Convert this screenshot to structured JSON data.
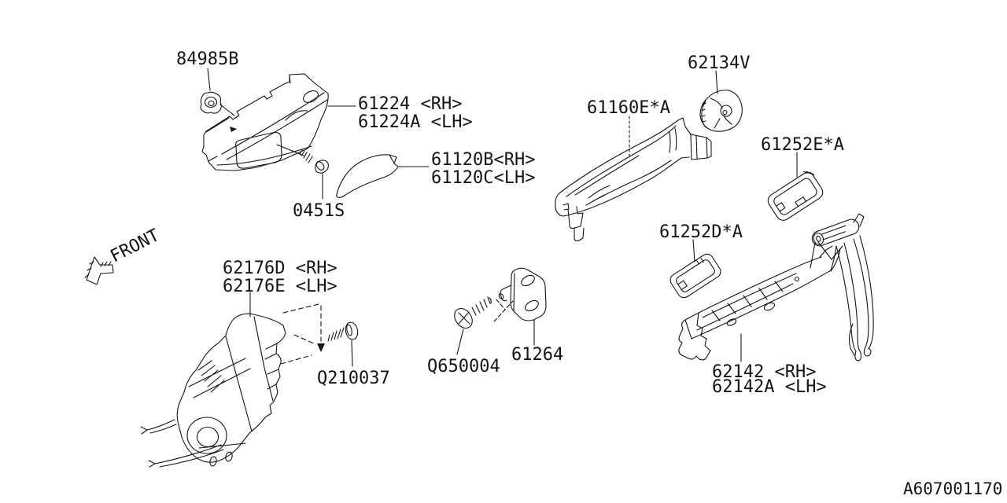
{
  "diagram": {
    "title": "door outer handle parts diagram",
    "colors": {
      "line": "#141414",
      "background": "#ffffff"
    }
  },
  "annotations": {
    "front": "FRONT",
    "diagram_id": "A607001170"
  },
  "parts": {
    "grommet": {
      "label": "84985B"
    },
    "cover": {
      "label_rh": "61224  <RH>",
      "label_lh": "61224A <LH>"
    },
    "patch": {
      "label_rh": "61120B<RH>",
      "label_lh": "61120C<LH>"
    },
    "screw_0451s": {
      "label": "0451S"
    },
    "latch": {
      "label_rh": "62176D <RH>",
      "label_lh": "62176E <LH>"
    },
    "screw_q210037": {
      "label": "Q210037"
    },
    "screw_q650004": {
      "label": "Q650004"
    },
    "striker": {
      "label": "61264"
    },
    "handle": {
      "label": "61160E*A"
    },
    "cap": {
      "label": "62134V"
    },
    "gasket_e": {
      "label": "61252E*A"
    },
    "gasket_d": {
      "label": "61252D*A"
    },
    "base": {
      "label_rh": "62142  <RH>",
      "label_lh": "62142A <LH>"
    }
  }
}
